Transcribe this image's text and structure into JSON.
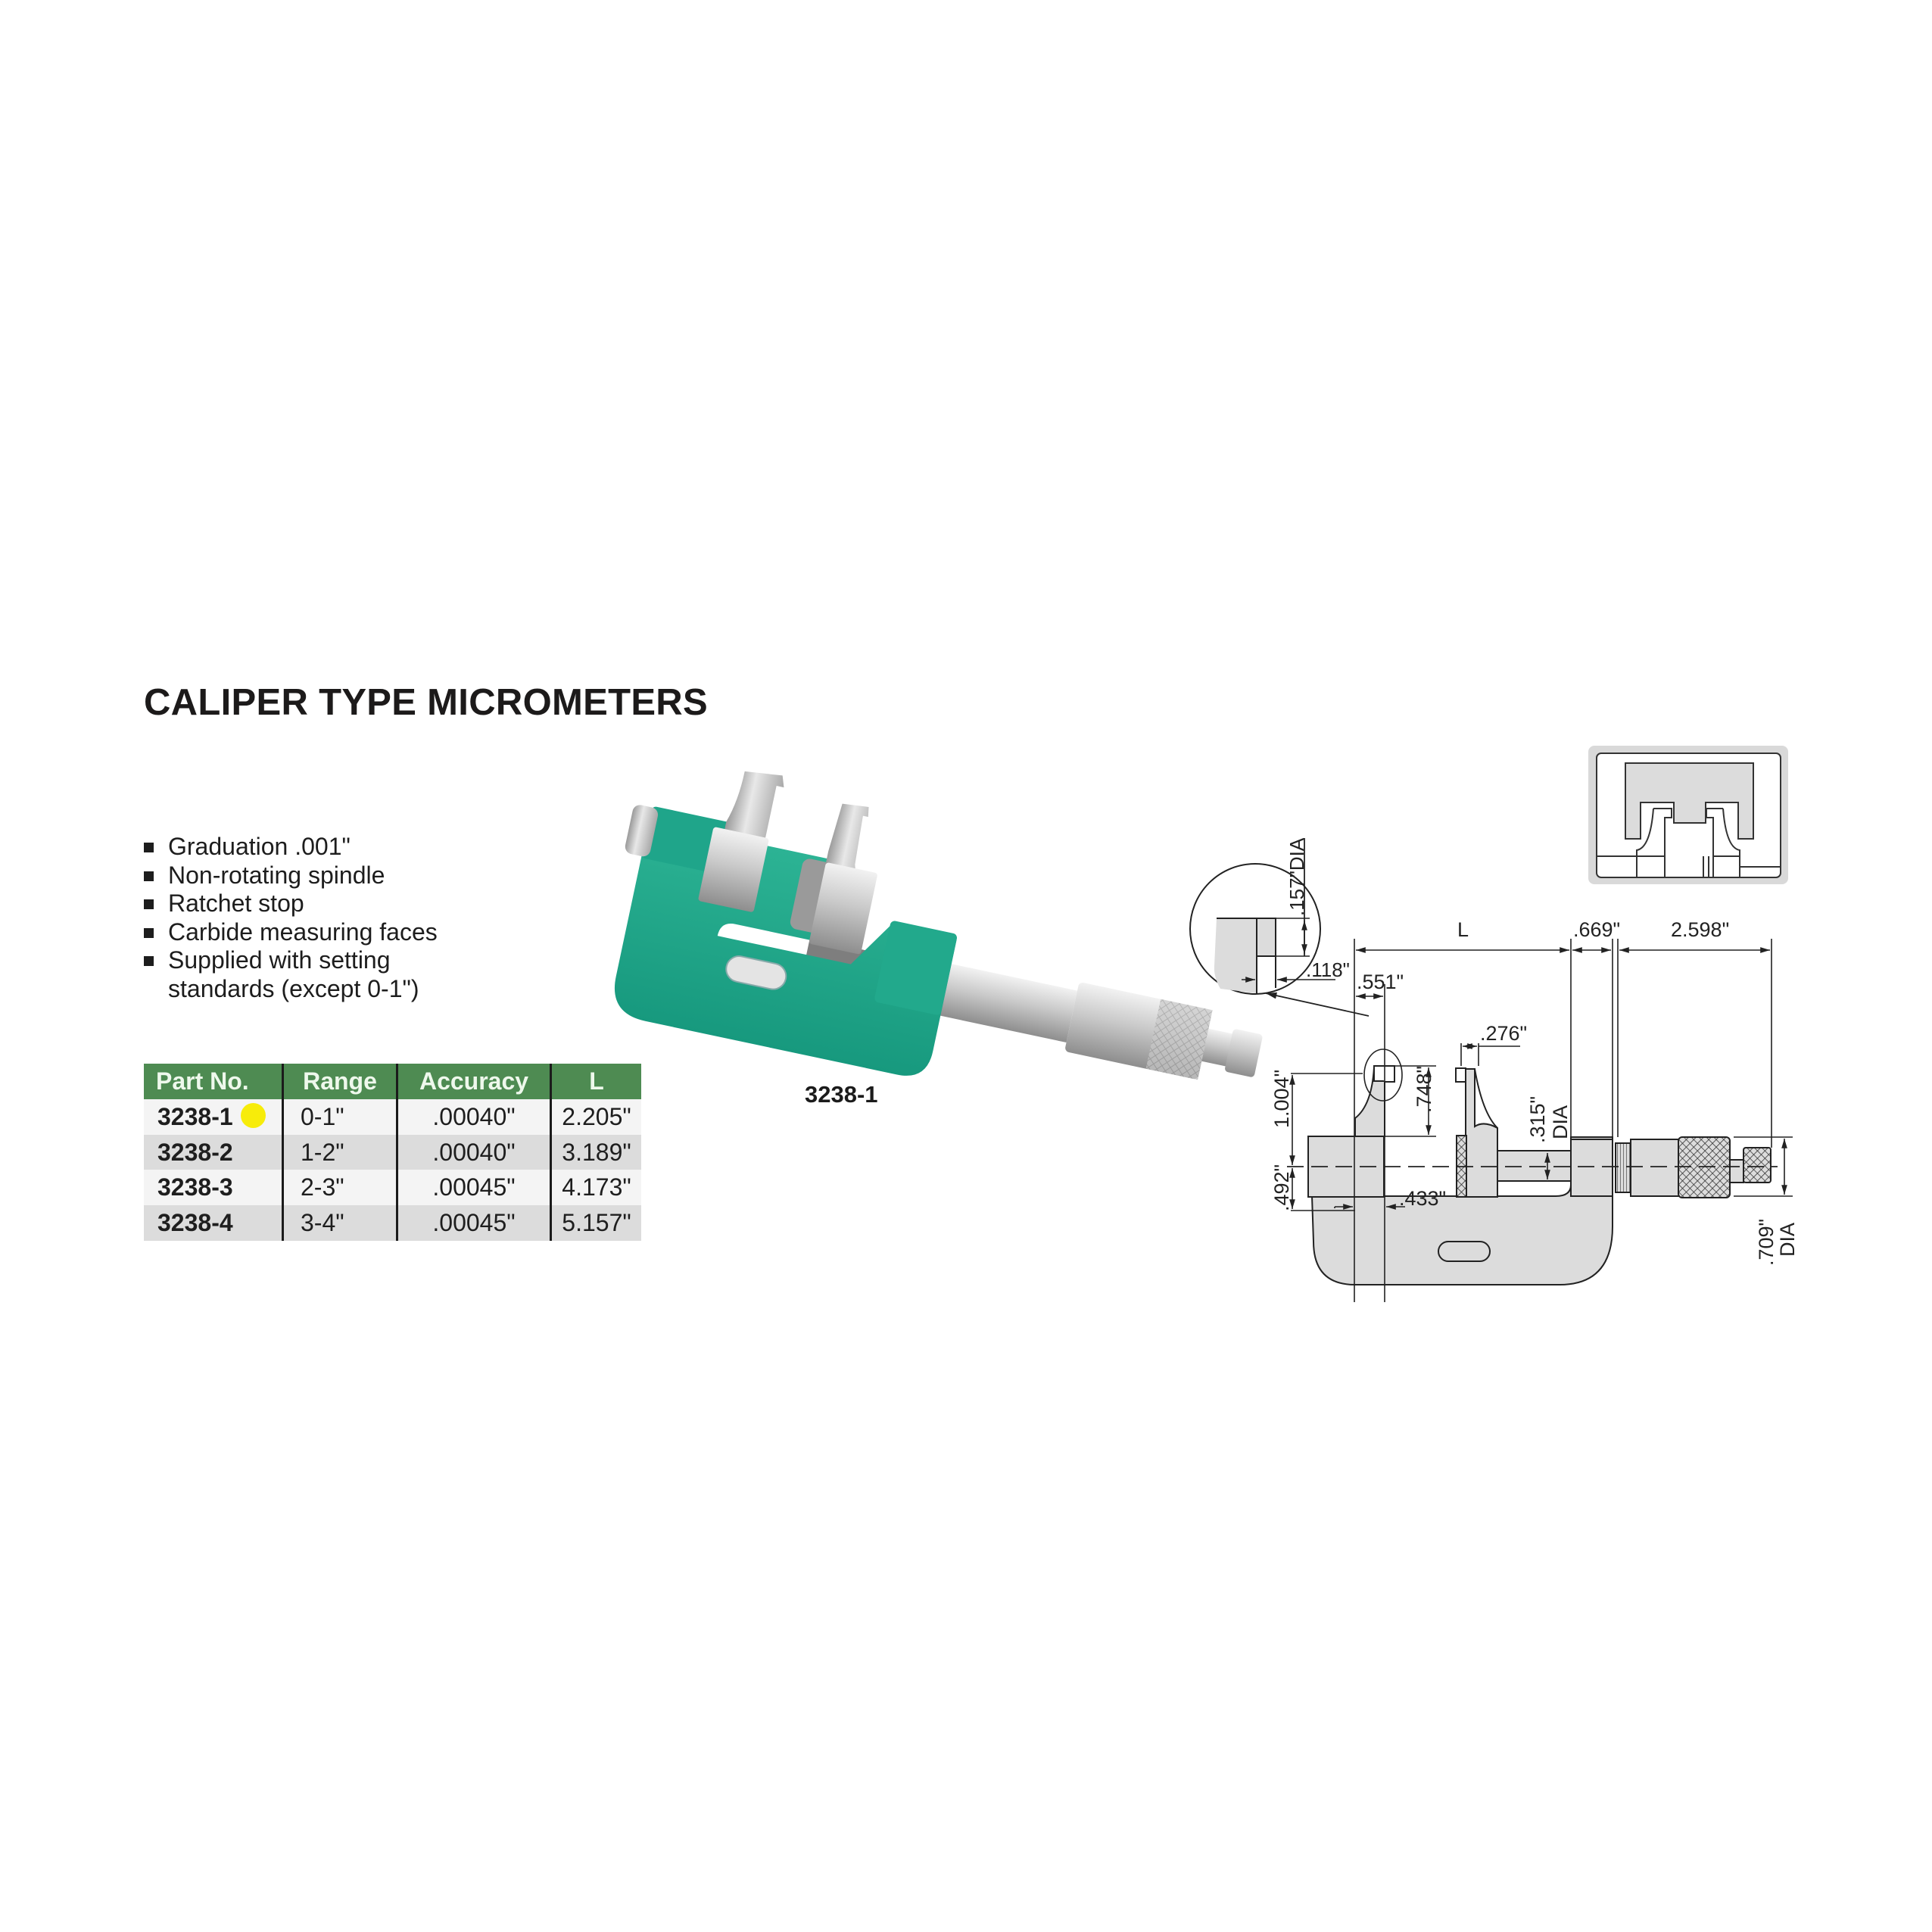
{
  "header": {
    "title": "CALIPER TYPE MICROMETERS"
  },
  "features": [
    "Graduation .001\"",
    "Non-rotating spindle",
    "Ratchet stop",
    "Carbide measuring faces",
    "Supplied with setting",
    "standards (except 0-1\")"
  ],
  "spec_table": {
    "columns": [
      "Part No.",
      "Range",
      "Accuracy",
      "L"
    ],
    "rows": [
      {
        "part_no": "3238-1",
        "range": "0-1\"",
        "accuracy": ".00040\"",
        "L": "2.205\"",
        "marker": "yellow-dot"
      },
      {
        "part_no": "3238-2",
        "range": "1-2\"",
        "accuracy": ".00040\"",
        "L": "3.189\""
      },
      {
        "part_no": "3238-3",
        "range": "2-3\"",
        "accuracy": ".00045\"",
        "L": "4.173\""
      },
      {
        "part_no": "3238-4",
        "range": "3-4\"",
        "accuracy": ".00045\"",
        "L": "5.157\""
      }
    ],
    "colors": {
      "header_bg": "#4e8b52",
      "header_text": "#eef8ec",
      "row_light": "#f4f4f4",
      "row_dark": "#dcdcdc",
      "marker": "#f7ec0a"
    }
  },
  "product_photo": {
    "caption": "3238-1",
    "frame_color": "#1fa58a"
  },
  "dimension_drawing": {
    "labels": {
      "L": "L",
      "d669": ".669\"",
      "d2598": "2.598\"",
      "d551": ".551\"",
      "d118": ".118\"",
      "d157": ".157\"DIA",
      "d276": ".276\"",
      "d748": ".748\"",
      "d1004": "1.004\"",
      "d492": ".492\"",
      "d315": ".315\"",
      "d315_dia": "DIA",
      "d433": ".433\"",
      "d709": ".709\"",
      "d709_dia": "DIA"
    },
    "fill_color": "#dcdcdc"
  }
}
